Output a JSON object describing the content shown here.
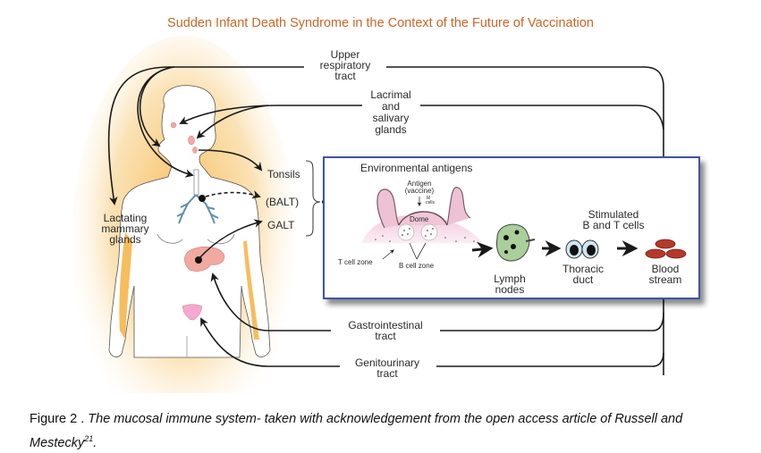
{
  "page": {
    "title": "Sudden Infant Death Syndrome in the Context of the Future of Vaccination"
  },
  "diagram": {
    "sites": {
      "upper_respiratory": [
        "Upper",
        "respiratory",
        "tract"
      ],
      "lacrimal_salivary": [
        "Lacrimal",
        "and",
        "salivary",
        "glands"
      ],
      "lactating_mammary": [
        "Lactating",
        "mammary",
        "glands"
      ],
      "gastrointestinal": [
        "Gastrointestinal",
        "tract"
      ],
      "genitourinary": [
        "Genitourinary",
        "tract"
      ]
    },
    "inductive_sites": {
      "tonsils": "Tonsils",
      "balt": "(BALT)",
      "galt": "GALT"
    },
    "panel": {
      "title": "Environmental antigens",
      "antigen": [
        "Antigen",
        "(vaccine)"
      ],
      "m_cells": [
        "M",
        "cells"
      ],
      "dome": "Dome",
      "t_cell_zone": "T cell zone",
      "b_cell_zone": "B cell zone",
      "lymph_nodes": [
        "Lymph",
        "nodes"
      ],
      "stimulated": [
        "Stimulated",
        "B and T cells"
      ],
      "thoracic_duct": [
        "Thoracic",
        "duct"
      ],
      "blood_stream": [
        "Blood",
        "stream"
      ]
    },
    "colors": {
      "panel_border": "#3a55a4",
      "body_glow": "#f6b64a",
      "organ_pink": "#f1a9a0",
      "lung_blue": "#7fb3d1",
      "lymph_green": "#a9cf9a",
      "cell_blue": "#cfe6f5",
      "rbc_red": "#b4392a",
      "tissue_pink": "#f6d6e4"
    }
  },
  "caption": {
    "figure_label": "Figure 2",
    "separator": " . ",
    "text": "The mucosal immune system- taken with acknowledgement from the open access article of Russell and Mestecky",
    "reference": "21",
    "end": "."
  }
}
